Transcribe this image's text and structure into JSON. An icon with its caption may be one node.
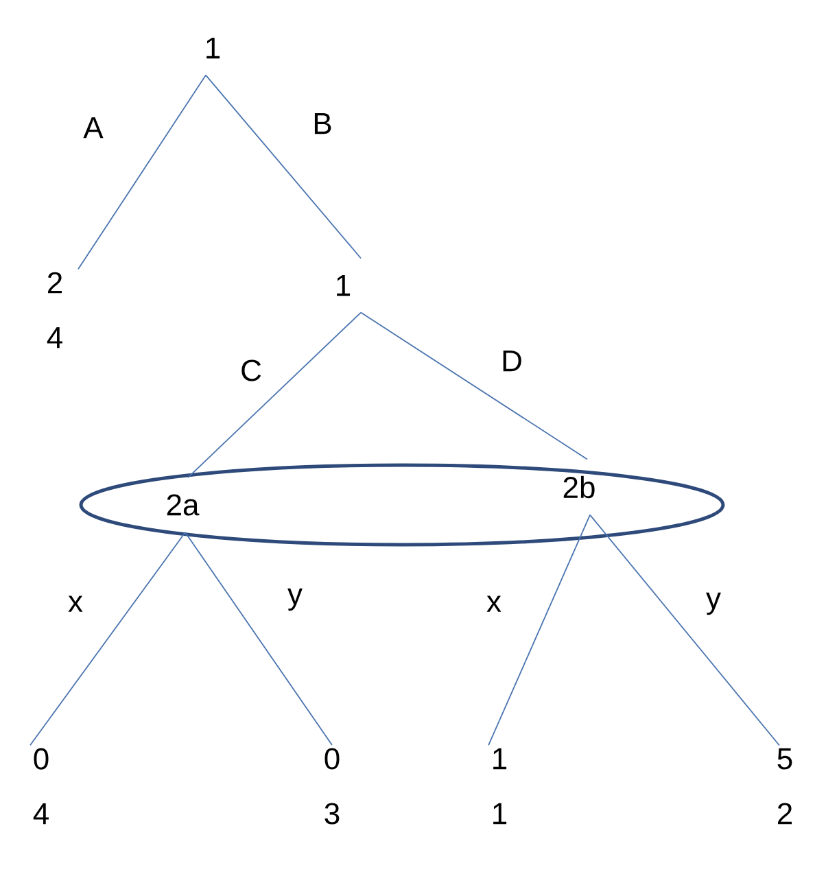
{
  "diagram": {
    "nodes": [
      {
        "text": [
          "1"
        ]
      },
      {
        "text": [
          "2",
          "4"
        ]
      },
      {
        "text": [
          "1"
        ]
      },
      {
        "text": [],
        "shape": "ellipse"
      },
      {
        "text": [
          "2a"
        ],
        "in": 3
      },
      {
        "text": [
          "2b"
        ],
        "in": 3
      },
      {
        "text": [
          "0",
          "4"
        ]
      },
      {
        "text": [
          "0",
          "3"
        ]
      },
      {
        "text": [
          "1",
          "1"
        ]
      },
      {
        "text": [
          "5",
          "2"
        ]
      }
    ],
    "edges": [
      {
        "from": 0,
        "to": 1,
        "arrow": "none",
        "label": "A"
      },
      {
        "from": 0,
        "to": 2,
        "arrow": "none",
        "label": "B"
      },
      {
        "from": 2,
        "to": 4,
        "arrow": "none",
        "label": "C"
      },
      {
        "from": 2,
        "to": 5,
        "arrow": "none",
        "label": "D"
      },
      {
        "from": 4,
        "to": 6,
        "arrow": "none",
        "label": "x"
      },
      {
        "from": 4,
        "to": 7,
        "arrow": "none",
        "label": "y"
      },
      {
        "from": 5,
        "to": 8,
        "arrow": "none",
        "label": "x"
      },
      {
        "from": 5,
        "to": 9,
        "arrow": "none",
        "label": "y"
      }
    ]
  }
}
